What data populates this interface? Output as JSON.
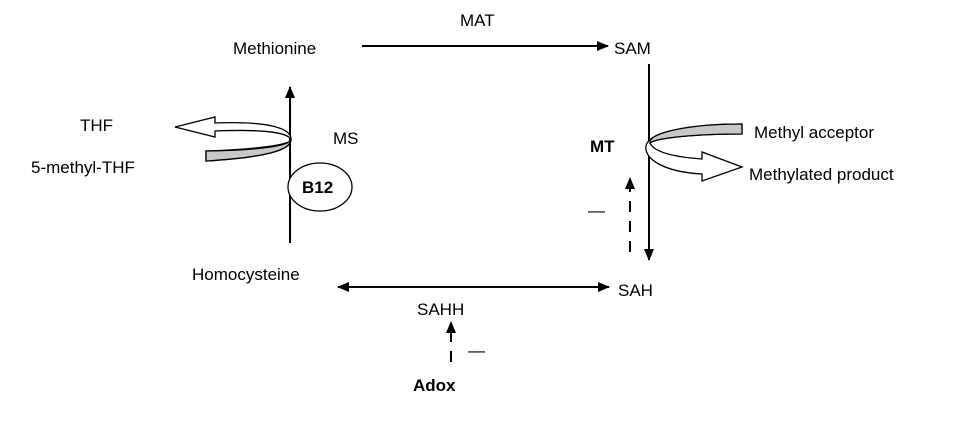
{
  "nodes": {
    "methionine": "Methionine",
    "sam": "SAM",
    "sah": "SAH",
    "homocysteine": "Homocysteine",
    "thf": "THF",
    "methyl_thf": "5-methyl-THF",
    "methyl_acceptor": "Methyl acceptor",
    "methylated_product": "Methylated product",
    "adox": "Adox",
    "b12": "B12"
  },
  "enzymes": {
    "mat": "MAT",
    "ms": "MS",
    "mt": "MT",
    "sahh": "SAHH"
  },
  "inhibition": {
    "mt_sign": "—",
    "sahh_sign": "—"
  },
  "colors": {
    "line": "#000000",
    "band_fill": "#c8c8c8",
    "background": "#ffffff"
  }
}
